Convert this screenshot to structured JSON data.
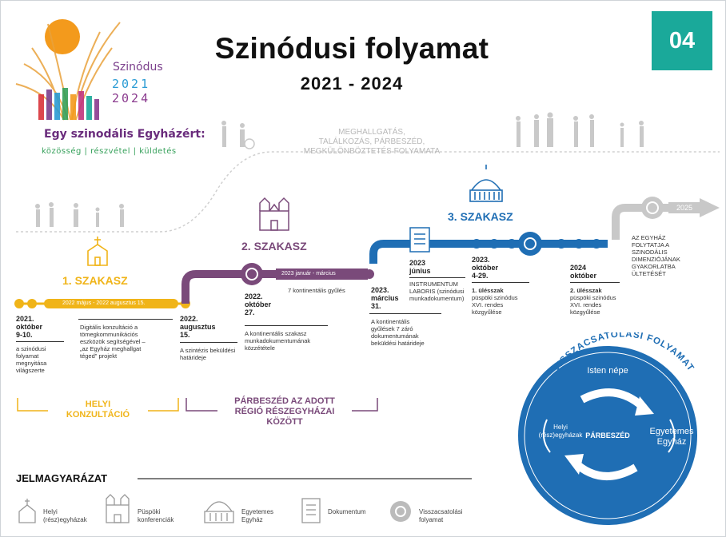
{
  "title": "Szinódusi folyamat",
  "years": "2021 - 2024",
  "badge": "04",
  "logo": {
    "synod": "Szinódus",
    "year_a": "2021",
    "year_b": "2024",
    "tagline": "Egy szinodális Egyházért:",
    "words": "közösség | részvétel | küldetés"
  },
  "process_text": [
    "MEGHALLGATÁS,",
    "TALÁLKOZÁS, PÁRBESZÉD,",
    "MEGKÜLÖNBÖZTETÉS FOLYAMATA"
  ],
  "stages": {
    "s1": "1. SZAKASZ",
    "s2": "2. SZAKASZ",
    "s3": "3. SZAKASZ"
  },
  "bars": {
    "b1": "2022 május - 2022 augusztus 15.",
    "b2": "2023 január - március",
    "future": "2025"
  },
  "milestones": {
    "m1_date": [
      "2021.",
      "október",
      "9-10."
    ],
    "m1_text": [
      "a szinódusi",
      "folyamat",
      "megnyitása",
      "világszerte"
    ],
    "m1b_text": [
      "Digitális konzultáció a",
      "tömegkommunikációs",
      "eszközök segítségével –",
      "„az Egyház meghallgat",
      "téged\" projekt"
    ],
    "m2_date": [
      "2022.",
      "augusztus",
      "15."
    ],
    "m2_text": [
      "A szintézis beküldési",
      "határideje"
    ],
    "m3_date": [
      "2022.",
      "október",
      "27."
    ],
    "m3_text": [
      "A kontinentális szakasz",
      "munkadokumentumának",
      "közzététele"
    ],
    "m3b_text": "7 kontinentális gyűlés",
    "m4_date": [
      "2023.",
      "március",
      "31."
    ],
    "m4_text": [
      "A kontinentális",
      "gyűlések 7 záró",
      "dokumentumának",
      "beküldési határideje"
    ],
    "m5_date": [
      "2023",
      "június"
    ],
    "m5_text": [
      "INSTRUMENTUM",
      "LABORIS (szinódusi",
      "munkadokumentum)"
    ],
    "m6_date": [
      "2023.",
      "október",
      "4-29."
    ],
    "m6_title": "1. ülésszak",
    "m6_text": [
      "püspöki szinódus",
      "XVI. rendes",
      "közgyűlése"
    ],
    "m7_date": [
      "2024",
      "október"
    ],
    "m7_title": "2. ülésszak",
    "m7_text": [
      "püspöki szinódus",
      "XVI. rendes",
      "közgyűlése"
    ],
    "m8_text": [
      "AZ EGYHÁZ",
      "FOLYTATJA A",
      "SZINODÁLIS",
      "DIMENZIÓJÁNAK",
      "GYAKORLATBA",
      "ÜLTETÉSÉT"
    ]
  },
  "regions": {
    "r1": [
      "HELYI",
      "KONZULTÁCIÓ"
    ],
    "r2": [
      "PÁRBESZÉD AZ ADOTT",
      "RÉGIÓ RÉSZEGYHÁZAI",
      "KÖZÖTT"
    ]
  },
  "feedback": {
    "title": "VISSZACSATOLÁSI FOLYAMAT",
    "top": "Isten népe",
    "left": [
      "Helyi",
      "(rész)egyházak"
    ],
    "center": "PÁRBESZÉD",
    "right": [
      "Egyetemes",
      "Egyház"
    ]
  },
  "legend": {
    "title": "JELMAGYARÁZAT",
    "items": [
      {
        "icon": "church-icon",
        "label": [
          "Helyi",
          "(rész)egyházak"
        ]
      },
      {
        "icon": "cathedral-icon",
        "label": [
          "Püspöki",
          "konferenciák"
        ]
      },
      {
        "icon": "basilica-icon",
        "label": [
          "Egyetemes",
          "Egyház"
        ]
      },
      {
        "icon": "document-icon",
        "label": [
          "Dokumentum"
        ]
      },
      {
        "icon": "feedback-cycle-icon",
        "label": [
          "Visszacsatolási",
          "folyamat"
        ]
      }
    ]
  },
  "colors": {
    "stage1": "#f0b418",
    "stage2": "#7a4a7a",
    "stage3": "#1f6eb4",
    "future": "#c8c8c8",
    "badge": "#1aa99a",
    "circle": "#1f6eb4"
  }
}
